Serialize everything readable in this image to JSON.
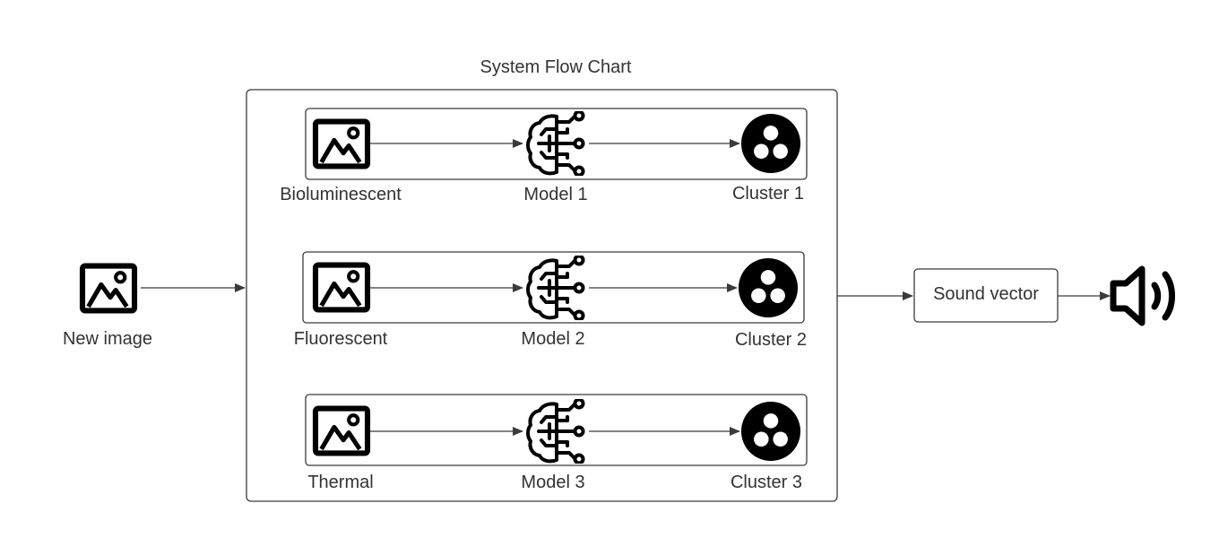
{
  "diagram": {
    "title": "System Flow Chart",
    "input": {
      "label": "New image",
      "icon": "image-icon"
    },
    "rows": [
      {
        "source": "Bioluminescent",
        "model": "Model 1",
        "cluster": "Cluster 1"
      },
      {
        "source": "Fluorescent",
        "model": "Model 2",
        "cluster": "Cluster 2"
      },
      {
        "source": "Thermal",
        "model": "Model 3",
        "cluster": "Cluster 3"
      }
    ],
    "output": {
      "label": "Sound vector",
      "icon": "speaker-icon"
    },
    "icons": {
      "source": "image-icon",
      "model": "brain-circuit-icon",
      "cluster": "cluster-icon"
    },
    "colors": {
      "line": "#3b3b3b",
      "text": "#333333",
      "icon": "#000000"
    }
  }
}
